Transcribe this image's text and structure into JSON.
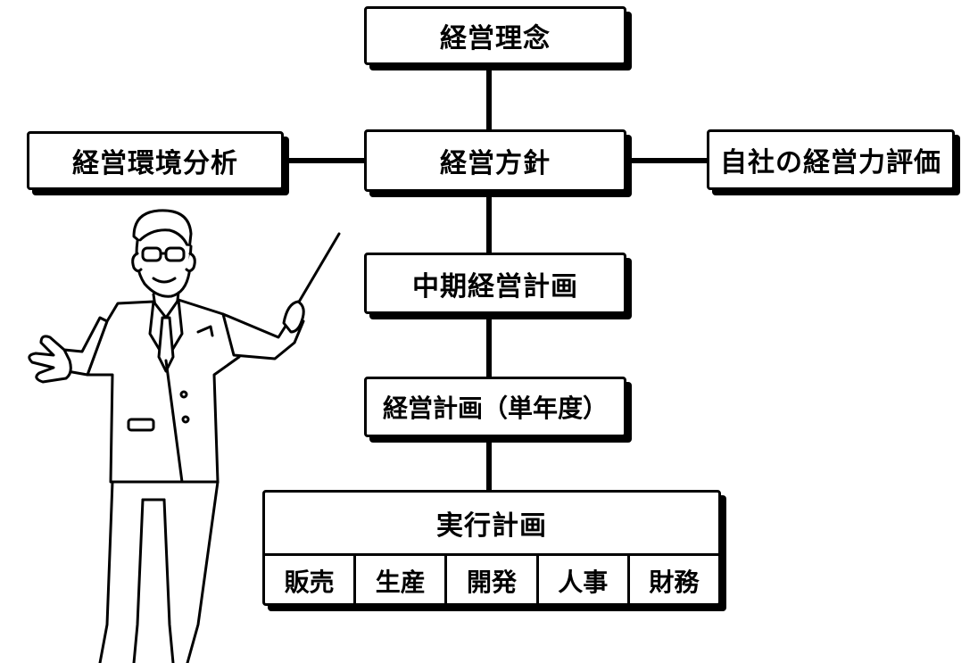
{
  "diagram": {
    "philosophy": "経営理念",
    "policy": "経営方針",
    "environment": "経営環境分析",
    "self_evaluation": "自社の経営力評価",
    "mid_term_plan": "中期経営計画",
    "annual_plan": "経営計画（単年度）",
    "execution_plan": {
      "title": "実行計画",
      "departments": [
        "販売",
        "生産",
        "開発",
        "人事",
        "財務"
      ]
    }
  }
}
